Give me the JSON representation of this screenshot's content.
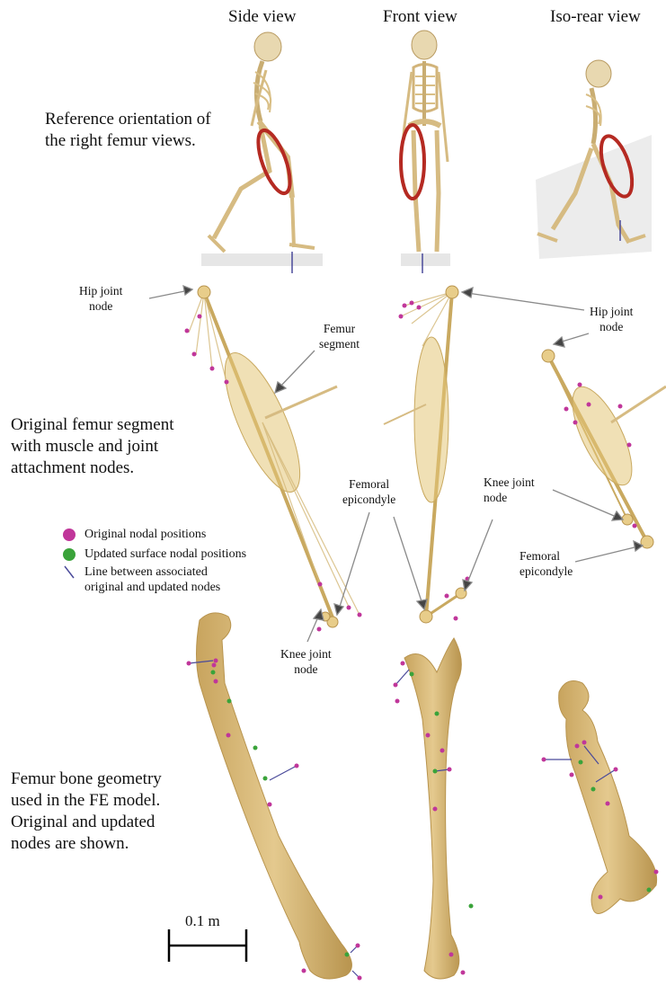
{
  "columns": {
    "side": "Side view",
    "front": "Front view",
    "iso": "Iso-rear view"
  },
  "row_labels": {
    "reference": [
      "Reference orientation of",
      "the right femur views."
    ],
    "segment": [
      "Original femur segment",
      "with muscle and joint",
      "attachment nodes."
    ],
    "geometry": [
      "Femur bone geometry",
      "used in the FE model.",
      "Original and updated",
      "nodes are shown."
    ]
  },
  "annotations": {
    "hip_left": [
      "Hip joint",
      "node"
    ],
    "hip_right": [
      "Hip joint",
      "node"
    ],
    "femur_segment": [
      "Femur",
      "segment"
    ],
    "femoral_epicondyle_mid": [
      "Femoral",
      "epicondyle"
    ],
    "knee_right": [
      "Knee joint",
      "node"
    ],
    "femoral_epicondyle_right": [
      "Femoral",
      "epicondyle"
    ],
    "knee_bottom": [
      "Knee joint",
      "node"
    ]
  },
  "legend": {
    "original": "Original nodal positions",
    "updated": "Updated surface nodal positions",
    "line": [
      "Line between associated",
      "original and updated nodes"
    ]
  },
  "scale_bar": "0.1 m",
  "colors": {
    "bone": "#d9b977",
    "bone_dark": "#b8944e",
    "original_node": "#c0369a",
    "updated_node": "#3aa33a",
    "link_line": "#4a4a9a",
    "highlight_ellipse": "#b52a22"
  }
}
